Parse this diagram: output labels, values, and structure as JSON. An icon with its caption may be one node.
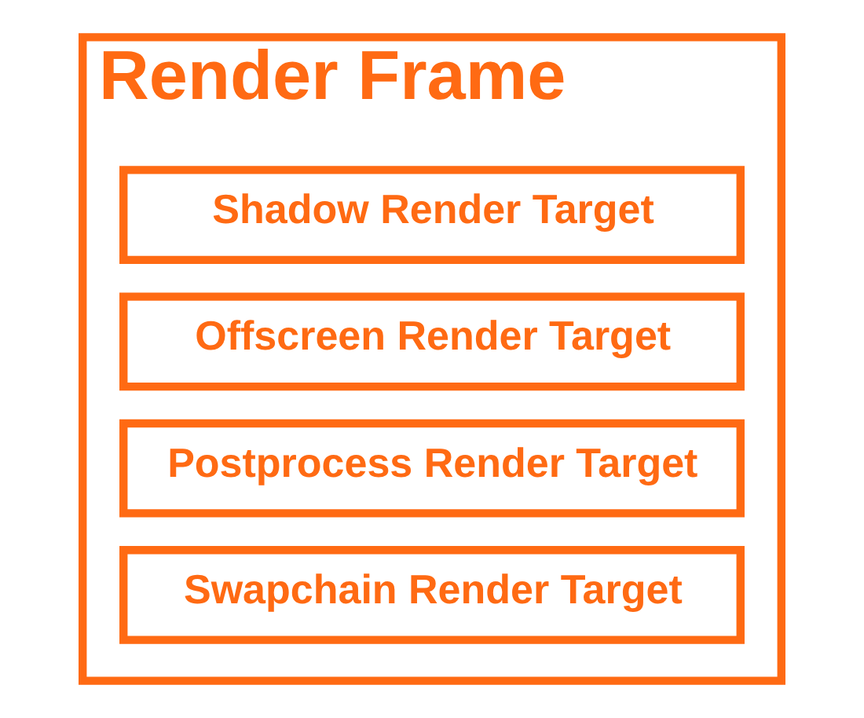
{
  "diagram": {
    "nodes": [
      {
        "text": [
          "Render Frame"
        ]
      },
      {
        "text": [
          "Shadow Render Target"
        ],
        "in": 0
      },
      {
        "text": [
          "Offscreen Render Target"
        ],
        "in": 0
      },
      {
        "text": [
          "Postprocess Render Target"
        ],
        "in": 0
      },
      {
        "text": [
          "Swapchain Render Target"
        ],
        "in": 0
      }
    ]
  }
}
